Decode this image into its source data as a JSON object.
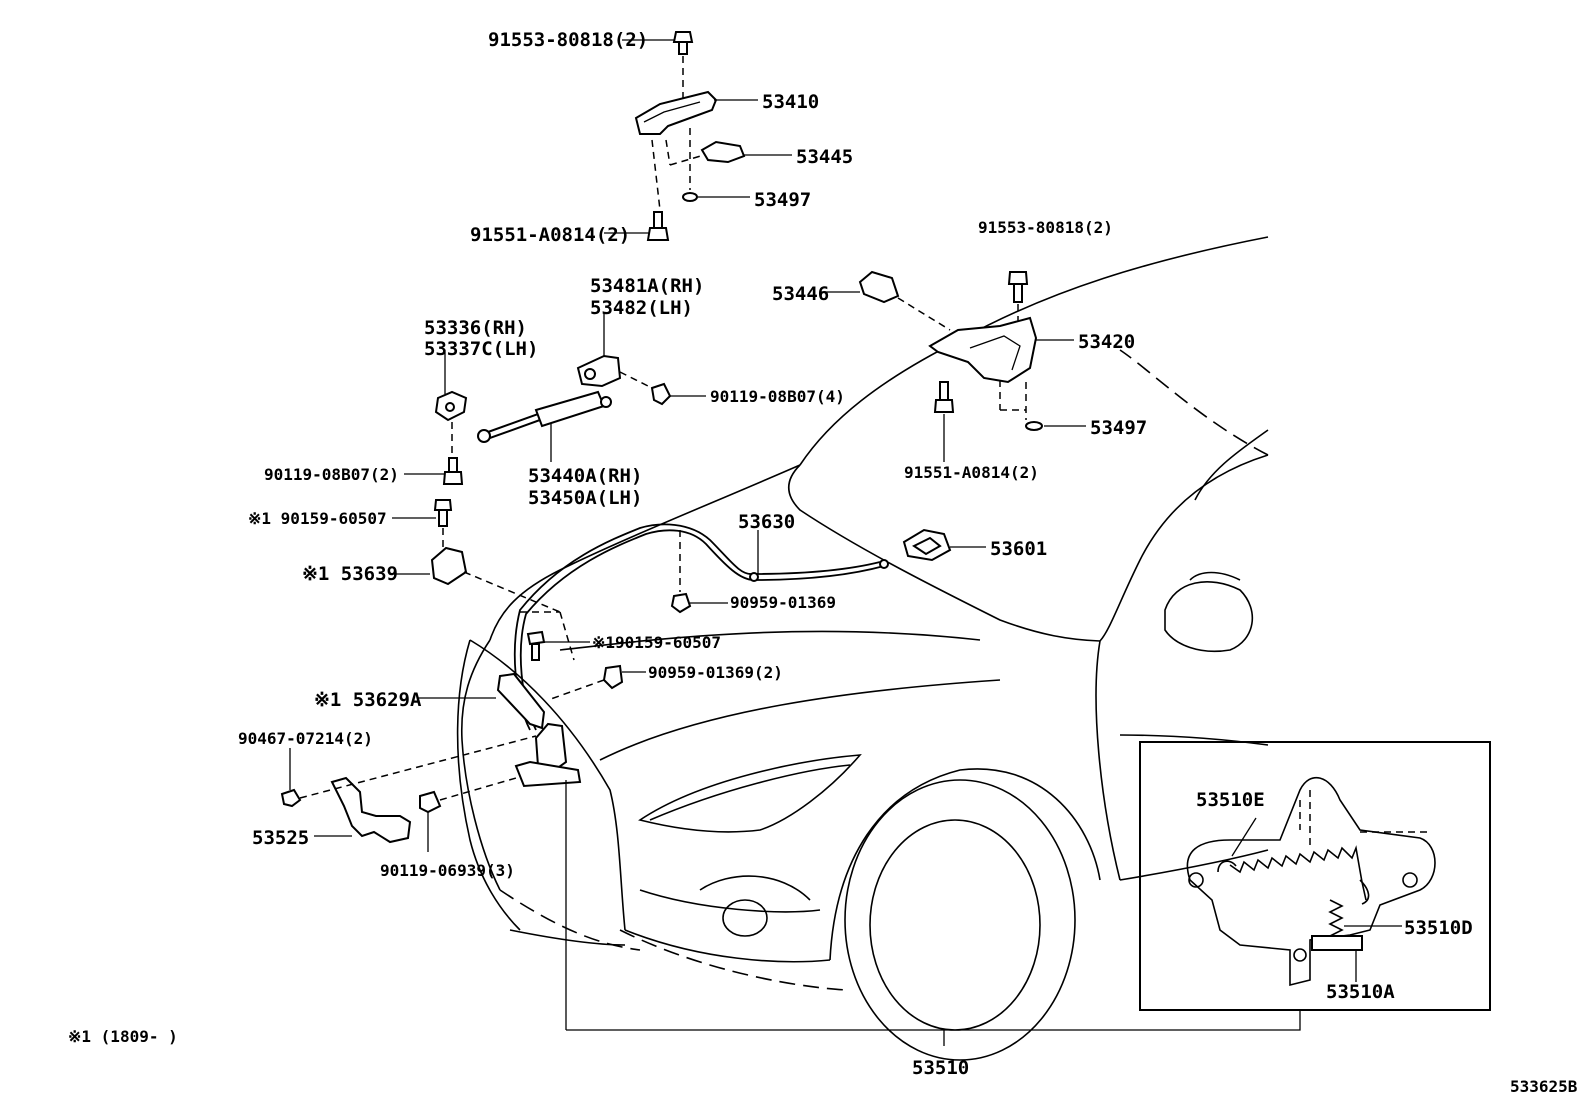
{
  "labels": {
    "p_91553_80818_top": "91553-80818(2)",
    "p_53410": "53410",
    "p_53445": "53445",
    "p_53497_top": "53497",
    "p_91551_a0814_top": "91551-A0814(2)",
    "p_53481a": "53481A(RH)",
    "p_53482": "53482(LH)",
    "p_53336": "53336(RH)",
    "p_53337c": "53337C(LH)",
    "p_90119_08b07_4": "90119-08B07(4)",
    "p_53440a": "53440A(RH)",
    "p_53450a": "53450A(LH)",
    "p_90119_08b07_2": "90119-08B07(2)",
    "p_90159_60507_a": "※1 90159-60507",
    "p_53639": "※1 53639",
    "p_91553_80818_right": "91553-80818(2)",
    "p_53446": "53446",
    "p_53420": "53420",
    "p_53497_right": "53497",
    "p_91551_a0814_right": "91551-A0814(2)",
    "p_53630": "53630",
    "p_53601": "53601",
    "p_90959_01369": "90959-01369",
    "p_90159_60507_b": "※190159-60507",
    "p_90959_01369_2": "90959-01369(2)",
    "p_53629a": "※1 53629A",
    "p_90467_07214": "90467-07214(2)",
    "p_53525": "53525",
    "p_90119_06939": "90119-06939(3)",
    "p_53510e": "53510E",
    "p_53510d": "53510D",
    "p_53510a": "53510A",
    "p_53510": "53510",
    "footnote": "※1 (1809-   )",
    "diagram_code": "533625B"
  }
}
